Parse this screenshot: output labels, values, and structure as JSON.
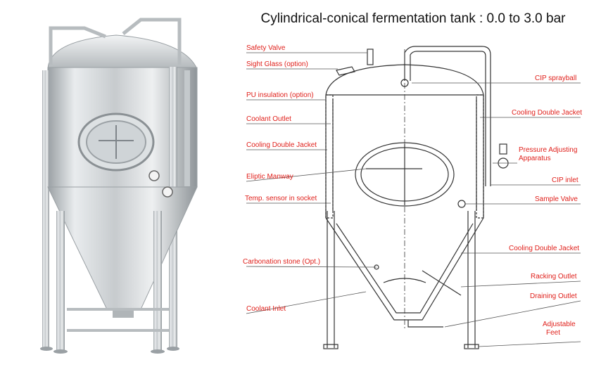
{
  "title": "Cylindrical-conical fermentation tank : 0.0 to 3.0 bar",
  "colors": {
    "label": "#e0201b",
    "line": "#333333",
    "steel": "#c9cdd0"
  },
  "labels_left": [
    "Safety Valve",
    "Sight Glass (option)",
    "PU insulation (option)",
    "Coolant Outlet",
    "Cooling Double Jacket",
    "Eliptic Manway",
    "Temp. sensor in socket",
    "Carbonation stone (Opt.)",
    "Coolant Inlet"
  ],
  "labels_right": [
    "CIP sprayball",
    "Cooling Double Jacket",
    "Pressure Adjusting",
    "Apparatus",
    "CIP inlet",
    "Sample Valve",
    "Cooling Double Jacket",
    "Racking Outlet",
    "Draining Outlet",
    "Adjustable",
    "Feet"
  ]
}
